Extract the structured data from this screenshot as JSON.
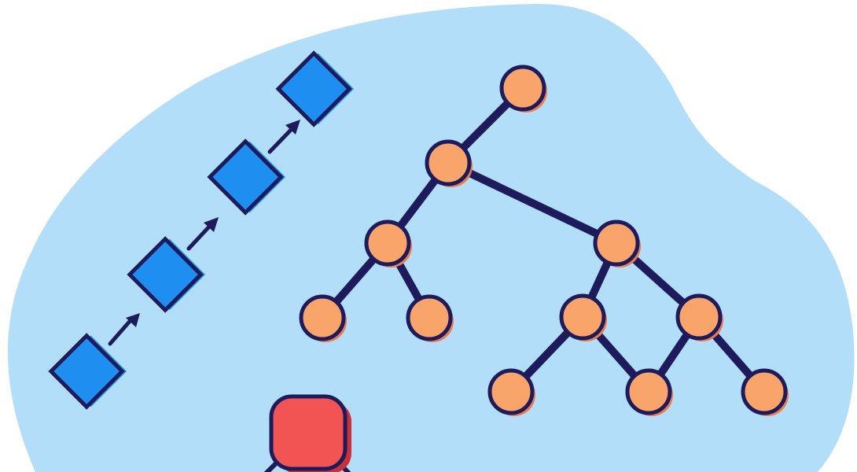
{
  "colors": {
    "page_background": "#ffffff",
    "blob": "#b3def9",
    "outline": "#1d1b5c",
    "square_fill": "#1e8ff0",
    "square_shadow": "#2196f3",
    "node_fill": "#f9a46b",
    "node_shadow": "#ea7c4e",
    "red_fill": "#f25454",
    "red_shadow": "#c9303a"
  },
  "diagram": {
    "linked_list": {
      "node_count": 4,
      "node_shape": "square",
      "connector": "arrow"
    },
    "tree": {
      "node_shape": "circle",
      "nodes": [
        "root",
        "n1",
        "n2",
        "n3",
        "leaf-a",
        "leaf-b",
        "n4",
        "n5",
        "leaf-c",
        "leaf-d",
        "leaf-e"
      ],
      "edges": [
        [
          "root",
          "n1"
        ],
        [
          "n1",
          "n2"
        ],
        [
          "n1",
          "n3"
        ],
        [
          "n2",
          "leaf-a"
        ],
        [
          "n2",
          "leaf-b"
        ],
        [
          "n3",
          "n4"
        ],
        [
          "n3",
          "n5"
        ],
        [
          "n4",
          "leaf-c"
        ],
        [
          "n4",
          "leaf-d"
        ],
        [
          "n5",
          "leaf-d"
        ],
        [
          "n5",
          "leaf-e"
        ]
      ]
    },
    "partial_node": {
      "shape": "rounded-square",
      "cropped": true
    }
  }
}
